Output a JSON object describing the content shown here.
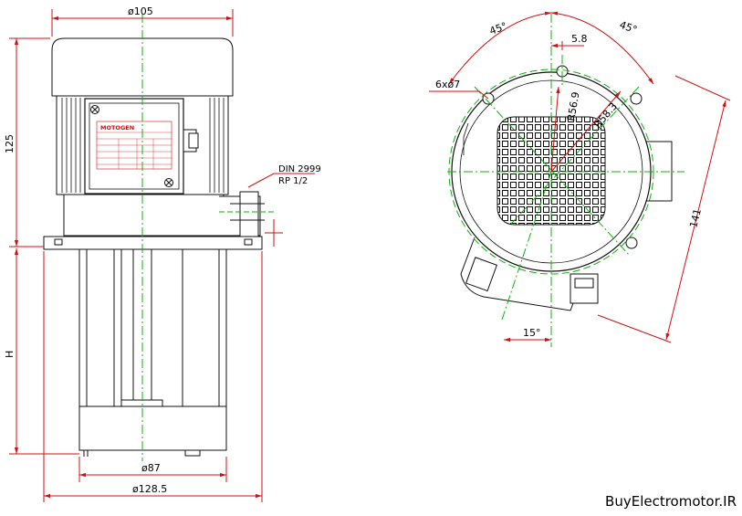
{
  "dimensions": {
    "top_diameter": "ø105",
    "height_motor": "125",
    "height_pump": "H",
    "base_diameter": "ø87",
    "flange_diameter": "ø128.5",
    "thread_line1": "DIN 2999",
    "thread_line2": "RP 1/2",
    "angle_left": "45°",
    "angle_right": "45°",
    "offset": "5.8",
    "holes": "6xø7",
    "radius_inner": "R56.9",
    "radius_outer": "R58.3",
    "depth": "141",
    "angle_bottom": "15°"
  },
  "nameplate": {
    "brand": "MOTOGEN"
  },
  "watermark": "BuyElectromotor.IR"
}
